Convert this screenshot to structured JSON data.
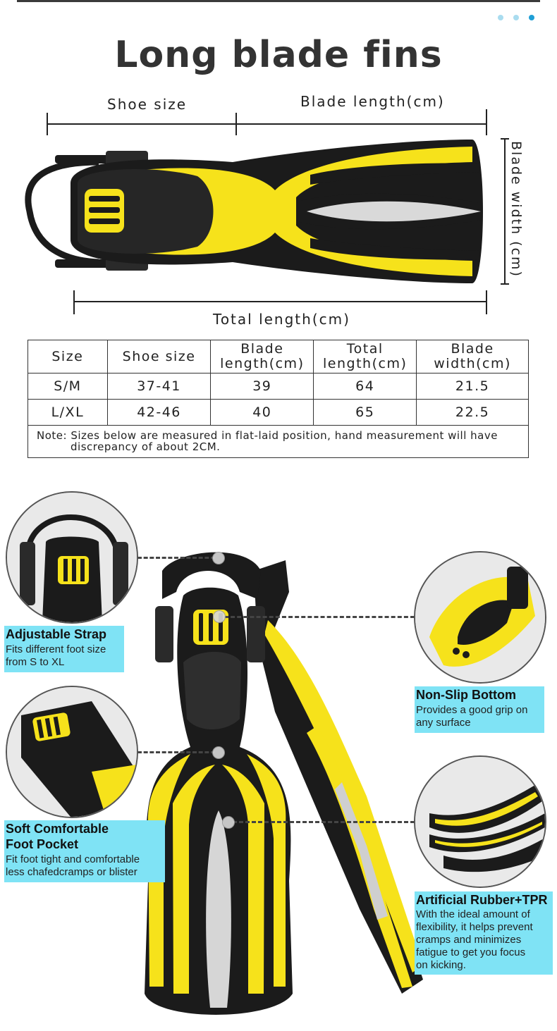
{
  "header": {
    "title": "Long blade fins",
    "colors": {
      "accent": "#1f9fd6",
      "dot_inactive": "#a9dcef",
      "label_bg": "#7fe3f5",
      "fin_yellow": "#f6e21b",
      "fin_black": "#1b1b1b"
    }
  },
  "dimensions": {
    "shoe_size": "Shoe size",
    "blade_length": "Blade length(cm)",
    "blade_width": "Blade width (cm)",
    "total_length": "Total length(cm)"
  },
  "size_table": {
    "headers": [
      "Size",
      "Shoe size",
      "Blade length(cm)",
      "Total length(cm)",
      "Blade width(cm)"
    ],
    "header_lines": [
      [
        "Size"
      ],
      [
        "Shoe size"
      ],
      [
        "Blade",
        "length(cm)"
      ],
      [
        "Total",
        "length(cm)"
      ],
      [
        "Blade",
        "width(cm)"
      ]
    ],
    "rows": [
      [
        "S/M",
        "37-41",
        "39",
        "64",
        "21.5"
      ],
      [
        "L/XL",
        "42-46",
        "40",
        "65",
        "22.5"
      ]
    ],
    "note_line1": "Note: Sizes below are measured in flat-laid position, hand measurement will have",
    "note_line2": "discrepancy of about 2CM."
  },
  "features": {
    "adjustable": {
      "title": "Adjustable Strap",
      "desc1": "Fits different foot size",
      "desc2": "from S to XL"
    },
    "pocket": {
      "title1": "Soft Comfortable",
      "title2": "Foot Pocket",
      "desc1": "Fit foot tight and comfortable",
      "desc2": "less chafedcramps or blister"
    },
    "nonslip": {
      "title": "Non-Slip Bottom",
      "desc1": "Provides a good grip on",
      "desc2": "any surface"
    },
    "rubber": {
      "title": "Artificial Rubber+TPR",
      "desc1": "With the ideal amount of",
      "desc2": "flexibility, it helps prevent",
      "desc3": "cramps and minimizes",
      "desc4": "fatigue to get you focus",
      "desc5": "on kicking."
    }
  }
}
